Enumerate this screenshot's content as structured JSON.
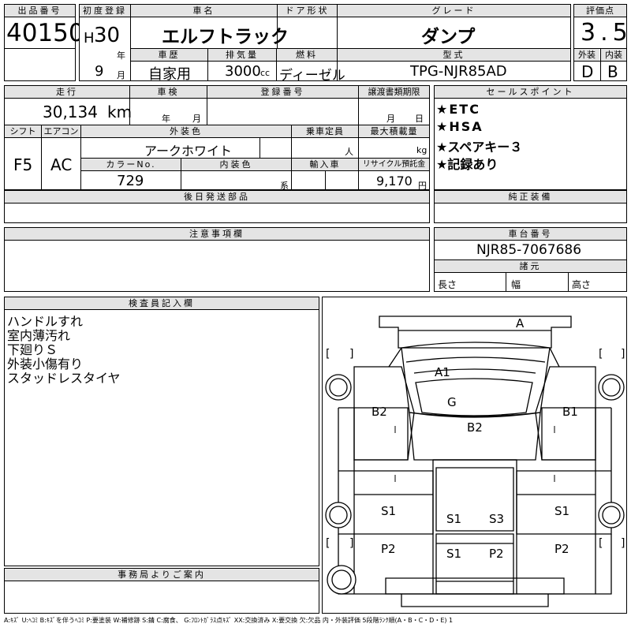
{
  "lot": {
    "label": "出品番号",
    "value": "40150"
  },
  "registration": {
    "label": "初度登録",
    "era": "H",
    "year": "30",
    "year_unit": "年",
    "month": "9",
    "month_unit": "月"
  },
  "car_name": {
    "label": "車名",
    "value": "エルフトラック"
  },
  "door": {
    "label": "ドア形状",
    "value": ""
  },
  "grade": {
    "label": "グレード",
    "value": "ダンプ"
  },
  "score": {
    "label": "評価点",
    "value": "3.5"
  },
  "history": {
    "label": "車歴",
    "value": "自家用"
  },
  "displacement": {
    "label": "排気量",
    "value": "3000",
    "unit": "cc"
  },
  "fuel": {
    "label": "燃料",
    "value": "ディーゼル"
  },
  "model": {
    "label": "型式",
    "value": "TPG-NJR85AD"
  },
  "exterior_grade": {
    "label": "外装",
    "value": "D"
  },
  "interior_grade": {
    "label": "内装",
    "value": "B"
  },
  "mileage": {
    "label": "走行",
    "value": "30,134",
    "unit": "km"
  },
  "inspection": {
    "label": "車検",
    "year_unit": "年",
    "month_unit": "月"
  },
  "reg_number": {
    "label": "登録番号",
    "value": ""
  },
  "transfer_docs": {
    "label": "譲渡書類期限",
    "month_unit": "月",
    "day_unit": "日"
  },
  "shift": {
    "label": "シフト",
    "value": "F5"
  },
  "aircon": {
    "label": "エアコン",
    "value": "AC"
  },
  "exterior_color": {
    "label": "外装色",
    "value": "アークホワイト"
  },
  "capacity": {
    "label": "乗車定員",
    "unit": "人"
  },
  "max_load": {
    "label": "最大積載量",
    "unit": "kg"
  },
  "color_no": {
    "label": "カラーNo.",
    "value": "729"
  },
  "interior_color": {
    "label": "内装色",
    "unit": "系"
  },
  "import": {
    "label": "輸入車"
  },
  "recycle": {
    "label": "リサイクル預託金",
    "value": "9,170",
    "unit": "円"
  },
  "sales_points": {
    "label": "セールスポイント",
    "items": [
      "★ETC",
      "★HSA",
      "★スペアキー３",
      "★記録あり"
    ]
  },
  "later_parts": {
    "label": "後日発送部品"
  },
  "genuine": {
    "label": "純正装備"
  },
  "notes": {
    "label": "注意事項欄"
  },
  "chassis": {
    "label": "車台番号",
    "value": "NJR85-7067686"
  },
  "dimensions": {
    "label": "諸元",
    "length": "長さ",
    "width": "幅",
    "height": "高さ"
  },
  "inspector": {
    "label": "検査員記入欄",
    "lines": [
      "ハンドルすれ",
      "室内薄汚れ",
      "下廻りＳ",
      "外装小傷有り",
      "スタッドレスタイヤ"
    ]
  },
  "office": {
    "label": "事務局よりご案内"
  },
  "diagram_marks": {
    "A": "A",
    "A1": "A1",
    "G": "G",
    "B2_left": "B2",
    "B1_right": "B1",
    "B2_center": "B2",
    "S1_left": "S1",
    "S1_right": "S1",
    "S1_center": "S1",
    "S3_center": "S3",
    "P2_left": "P2",
    "P2_right": "P2",
    "S1_bed": "S1",
    "P2_bed": "P2"
  },
  "legend": "A:ｷｽﾞ U:ﾍｺﾐ B:ｷｽﾞを伴うﾍｺﾐ P:要塗装 W:補修跡 S:錆 C:腐食、 G:ﾌﾛﾝﾄｶﾞﾗｽ点ｷｽﾞ XX:交換済み X:要交換 欠:欠品 内・外装評価 5段階ﾗﾝｸ順(A・B・C・D・E) 1"
}
